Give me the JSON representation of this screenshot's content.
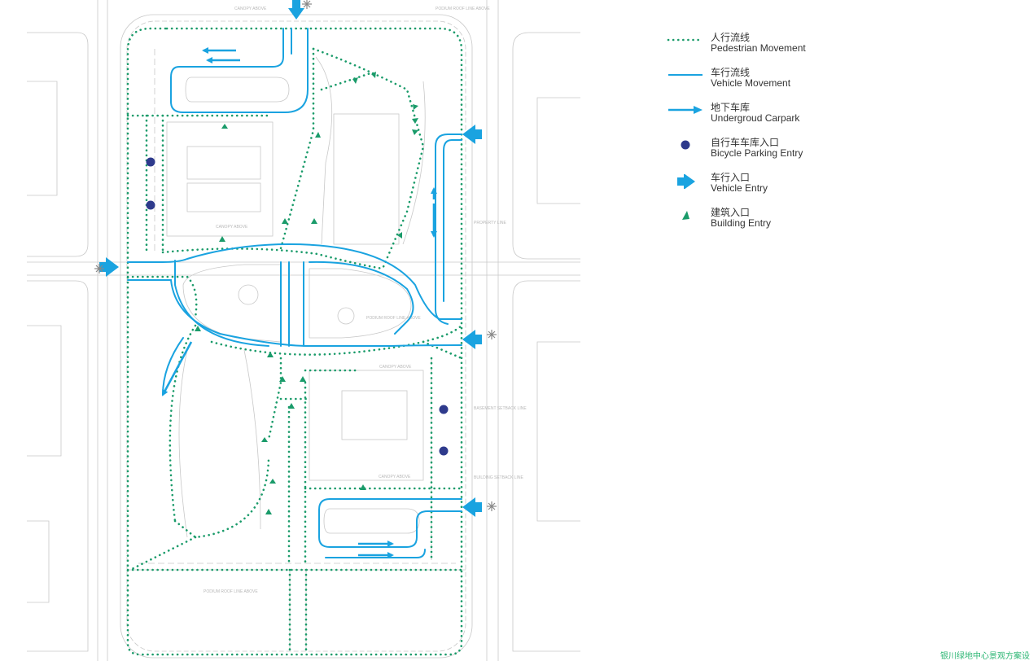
{
  "colors": {
    "pedestrian": "#1a9b6a",
    "vehicle": "#1aa3e0",
    "bicycle": "#2e3a8c",
    "building_entry": "#1a9b6a",
    "base_lines": "#c8c8c8"
  },
  "legend": [
    {
      "cn": "人行流线",
      "en": "Pedestrian Movement",
      "symbol": "dotted-line"
    },
    {
      "cn": "车行流线",
      "en": "Vehicle  Movement",
      "symbol": "solid-line"
    },
    {
      "cn": "地下车库",
      "en": "Undergroud Carpark",
      "symbol": "arrow"
    },
    {
      "cn": "自行车车库入口",
      "en": "Bicycle Parking Entry",
      "symbol": "dot"
    },
    {
      "cn": "车行入口",
      "en": "Vehicle Entry",
      "symbol": "big-arrow"
    },
    {
      "cn": "建筑入口",
      "en": "Building Entry",
      "symbol": "triangle"
    }
  ],
  "plan_labels": {
    "canopy_top": "CANOPY ABOVE",
    "podium_top": "PODIUM ROOF LINE ABOVE",
    "canopy_nw": "CANOPY ABOVE",
    "podium_mid": "PODIUM ROOF LINE ABOVE",
    "canopy_se1": "CANOPY ABOVE",
    "basement": "BASEMENT SETBACK LINE",
    "canopy_se2": "CANOPY ABOVE",
    "building_setback": "BUILDING SETBACK LINE",
    "property": "PROPERTY LINE",
    "podium_bottom": "PODIUM ROOF LINE ABOVE"
  },
  "footer": "银川绿地中心景观方案设"
}
